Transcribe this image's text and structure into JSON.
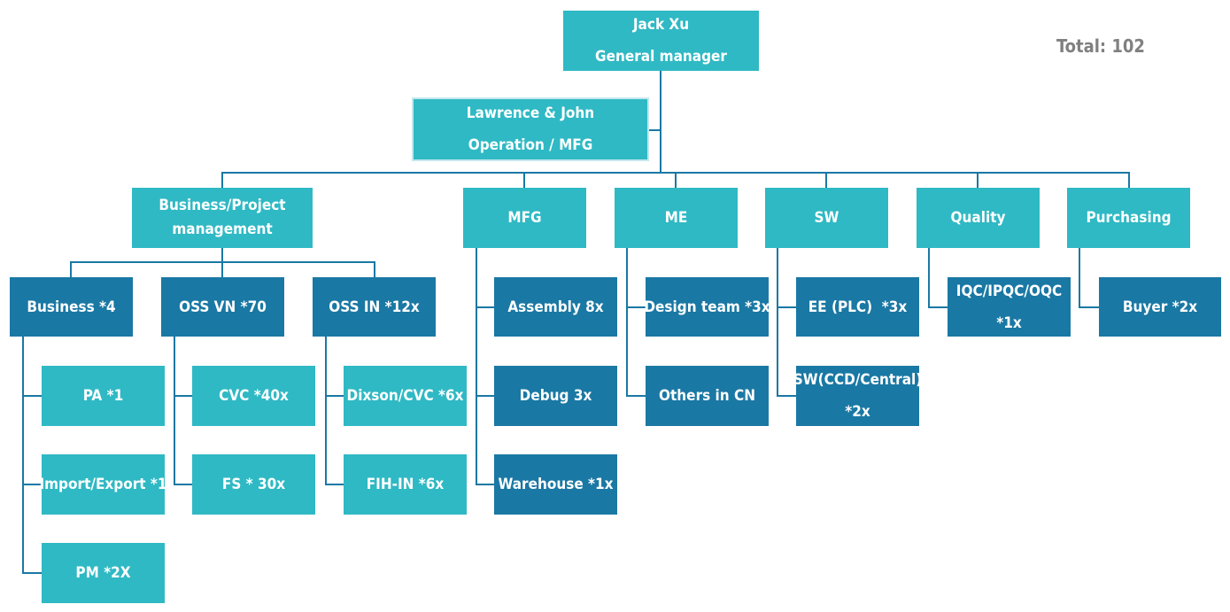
{
  "total": "Total: 102",
  "colors": {
    "light_node": "#2fb9c4",
    "dark_node": "#1a78a4",
    "connector": "#1a78a4",
    "total_text": "#808080"
  },
  "gm": {
    "name": "Jack Xu",
    "role": "General manager"
  },
  "operation": {
    "name": "Lawrence & John",
    "role": "Operation / MFG"
  },
  "departments": {
    "business": {
      "label_line1": "Business/Project",
      "label_line2": "management",
      "teams": {
        "business": {
          "label": "Business *4",
          "roles": [
            "PA *1",
            "Import/Export *1",
            "PM *2X"
          ]
        },
        "oss_vn": {
          "label": "OSS VN *70",
          "roles": [
            "CVC *40x",
            "FS * 30x"
          ]
        },
        "oss_in": {
          "label": "OSS IN *12x",
          "roles": [
            "Dixson/CVC *6x",
            "FIH-IN *6x"
          ]
        }
      }
    },
    "mfg": {
      "label": "MFG",
      "roles": [
        "Assembly 8x",
        "Debug 3x",
        "Warehouse *1x"
      ]
    },
    "me": {
      "label": "ME",
      "roles": [
        "Design team *3x",
        "Others in CN"
      ]
    },
    "sw": {
      "label": "SW",
      "roles": [
        "EE (PLC)  *3x",
        "SW(CCD/Central)",
        "*2x"
      ]
    },
    "quality": {
      "label": "Quality",
      "roles": [
        "IQC/IPQC/OQC",
        "*1x"
      ]
    },
    "purchasing": {
      "label": "Purchasing",
      "roles": [
        "Buyer *2x"
      ]
    }
  }
}
